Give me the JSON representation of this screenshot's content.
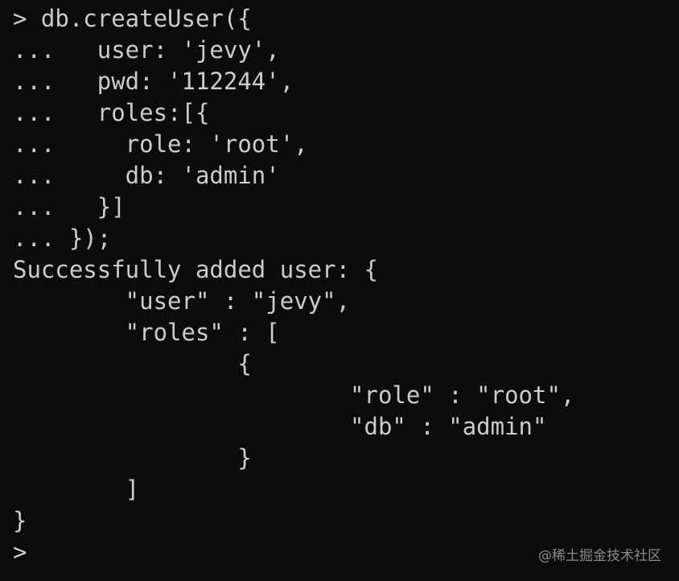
{
  "terminal": {
    "lines": [
      "> db.createUser({",
      "...   user: 'jevy',",
      "...   pwd: '112244',",
      "...   roles:[{",
      "...     role: 'root',",
      "...     db: 'admin'",
      "...   }]",
      "... });",
      "Successfully added user: {",
      "        \"user\" : \"jevy\",",
      "        \"roles\" : [",
      "                {",
      "                        \"role\" : \"root\",",
      "                        \"db\" : \"admin\"",
      "                }",
      "        ]",
      "}",
      ">"
    ]
  },
  "watermark": "@稀土掘金技术社区",
  "colors": {
    "background": "#0c0c0c",
    "text": "#cccccc",
    "watermark": "#8a8a8a"
  }
}
